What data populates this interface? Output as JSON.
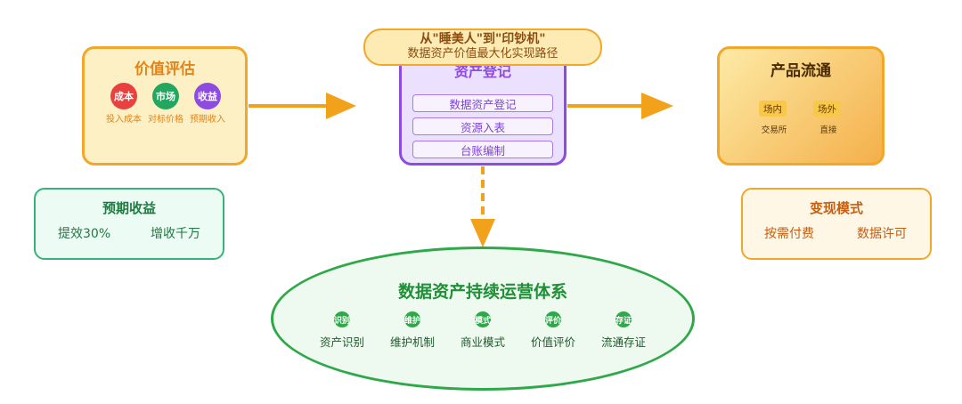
{
  "banner": {
    "line1": "从\"睡美人\"到\"印钞机\"",
    "line2": "数据资产价值最大化实现路径"
  },
  "valuation": {
    "title": "价值评估",
    "items": [
      {
        "label": "成本",
        "sub": "投入成本",
        "color": "#e8413e"
      },
      {
        "label": "市场",
        "sub": "对标价格",
        "color": "#23a75e"
      },
      {
        "label": "收益",
        "sub": "预期收入",
        "color": "#8d4be2"
      }
    ]
  },
  "expected_returns": {
    "title": "预期收益",
    "items": [
      "提效30%",
      "增收千万"
    ]
  },
  "registry": {
    "title": "资产登记",
    "rows": [
      "数据资产登记",
      "资源入表",
      "台账编制"
    ]
  },
  "product": {
    "title": "产品流通",
    "items": [
      {
        "tag": "场内",
        "sub": "交易所"
      },
      {
        "tag": "场外",
        "sub": "直接"
      }
    ]
  },
  "monetization": {
    "title": "变现模式",
    "items": [
      "按需付费",
      "数据许可"
    ]
  },
  "operations": {
    "title": "数据资产持续运营体系",
    "items": [
      {
        "badge": "识别",
        "label": "资产识别"
      },
      {
        "badge": "维护",
        "label": "维护机制"
      },
      {
        "badge": "模式",
        "label": "商业模式"
      },
      {
        "badge": "评价",
        "label": "价值评价"
      },
      {
        "badge": "存证",
        "label": "流通存证"
      }
    ]
  },
  "colors": {
    "arrow": "#f2a11a",
    "accent_purple": "#8d4be2",
    "accent_green": "#2fa84a",
    "accent_orange": "#f2a72a"
  }
}
